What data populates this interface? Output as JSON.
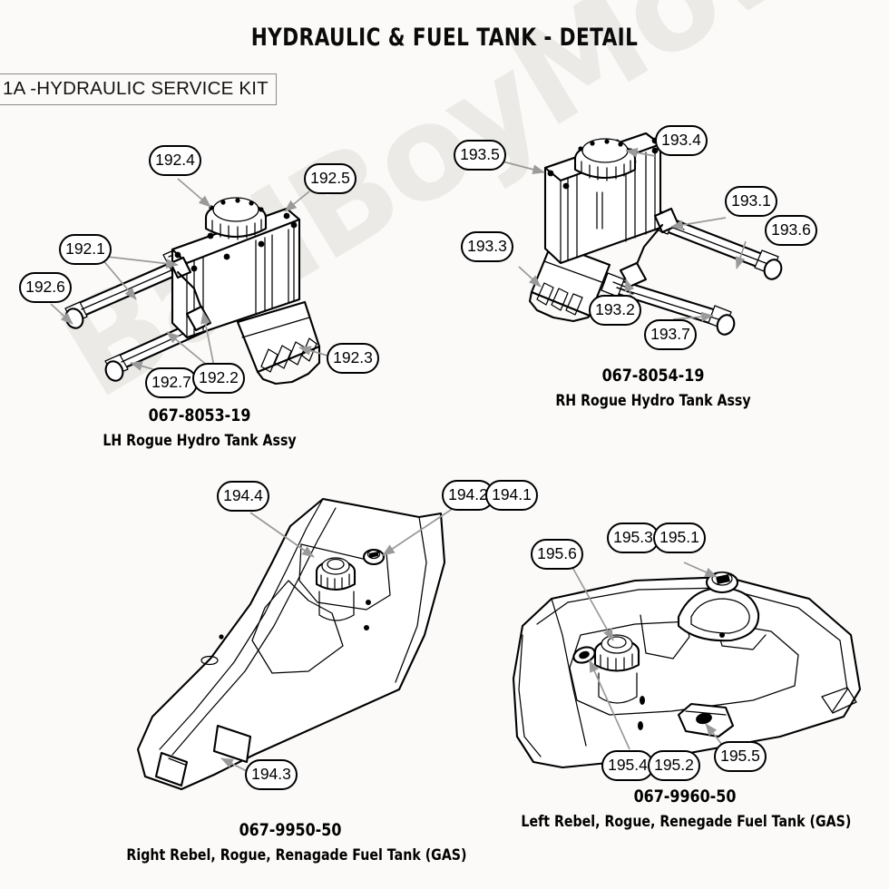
{
  "header": {
    "title": "HYDRAULIC & FUEL TANK - DETAIL",
    "kit_label": "1A -HYDRAULIC SERVICE KIT"
  },
  "watermark": {
    "text": "BadBoyMowerParts.Com",
    "color": "#eceae6"
  },
  "colors": {
    "background": "#fbfaf8",
    "ink": "#000000",
    "leader_line": "#9a9a9a",
    "box_border": "#8a8a8a"
  },
  "assemblies": [
    {
      "id": "lh-rogue-hydro-tank",
      "part_number": "067-8053-19",
      "description": "LH Rogue Hydro Tank Assy",
      "callouts": [
        {
          "id": "192.1",
          "label": "192.1"
        },
        {
          "id": "192.2",
          "label": "192.2"
        },
        {
          "id": "192.3",
          "label": "192.3"
        },
        {
          "id": "192.4",
          "label": "192.4"
        },
        {
          "id": "192.5",
          "label": "192.5"
        },
        {
          "id": "192.6",
          "label": "192.6"
        },
        {
          "id": "192.7",
          "label": "192.7"
        }
      ]
    },
    {
      "id": "rh-rogue-hydro-tank",
      "part_number": "067-8054-19",
      "description": "RH Rogue Hydro Tank Assy",
      "callouts": [
        {
          "id": "193.1",
          "label": "193.1"
        },
        {
          "id": "193.2",
          "label": "193.2"
        },
        {
          "id": "193.3",
          "label": "193.3"
        },
        {
          "id": "193.4",
          "label": "193.4"
        },
        {
          "id": "193.5",
          "label": "193.5"
        },
        {
          "id": "193.6",
          "label": "193.6"
        },
        {
          "id": "193.7",
          "label": "193.7"
        }
      ]
    },
    {
      "id": "right-fuel-tank",
      "part_number": "067-9950-50",
      "description": "Right Rebel, Rogue, Renagade Fuel Tank (GAS)",
      "callouts": [
        {
          "id": "194.1",
          "label": "194.1"
        },
        {
          "id": "194.2",
          "label": "194.2"
        },
        {
          "id": "194.3",
          "label": "194.3"
        },
        {
          "id": "194.4",
          "label": "194.4"
        }
      ]
    },
    {
      "id": "left-fuel-tank",
      "part_number": "067-9960-50",
      "description": "Left Rebel, Rogue, Renegade Fuel Tank (GAS)",
      "callouts": [
        {
          "id": "195.1",
          "label": "195.1"
        },
        {
          "id": "195.2",
          "label": "195.2"
        },
        {
          "id": "195.3",
          "label": "195.3"
        },
        {
          "id": "195.4",
          "label": "195.4"
        },
        {
          "id": "195.5",
          "label": "195.5"
        },
        {
          "id": "195.6",
          "label": "195.6"
        }
      ]
    }
  ]
}
